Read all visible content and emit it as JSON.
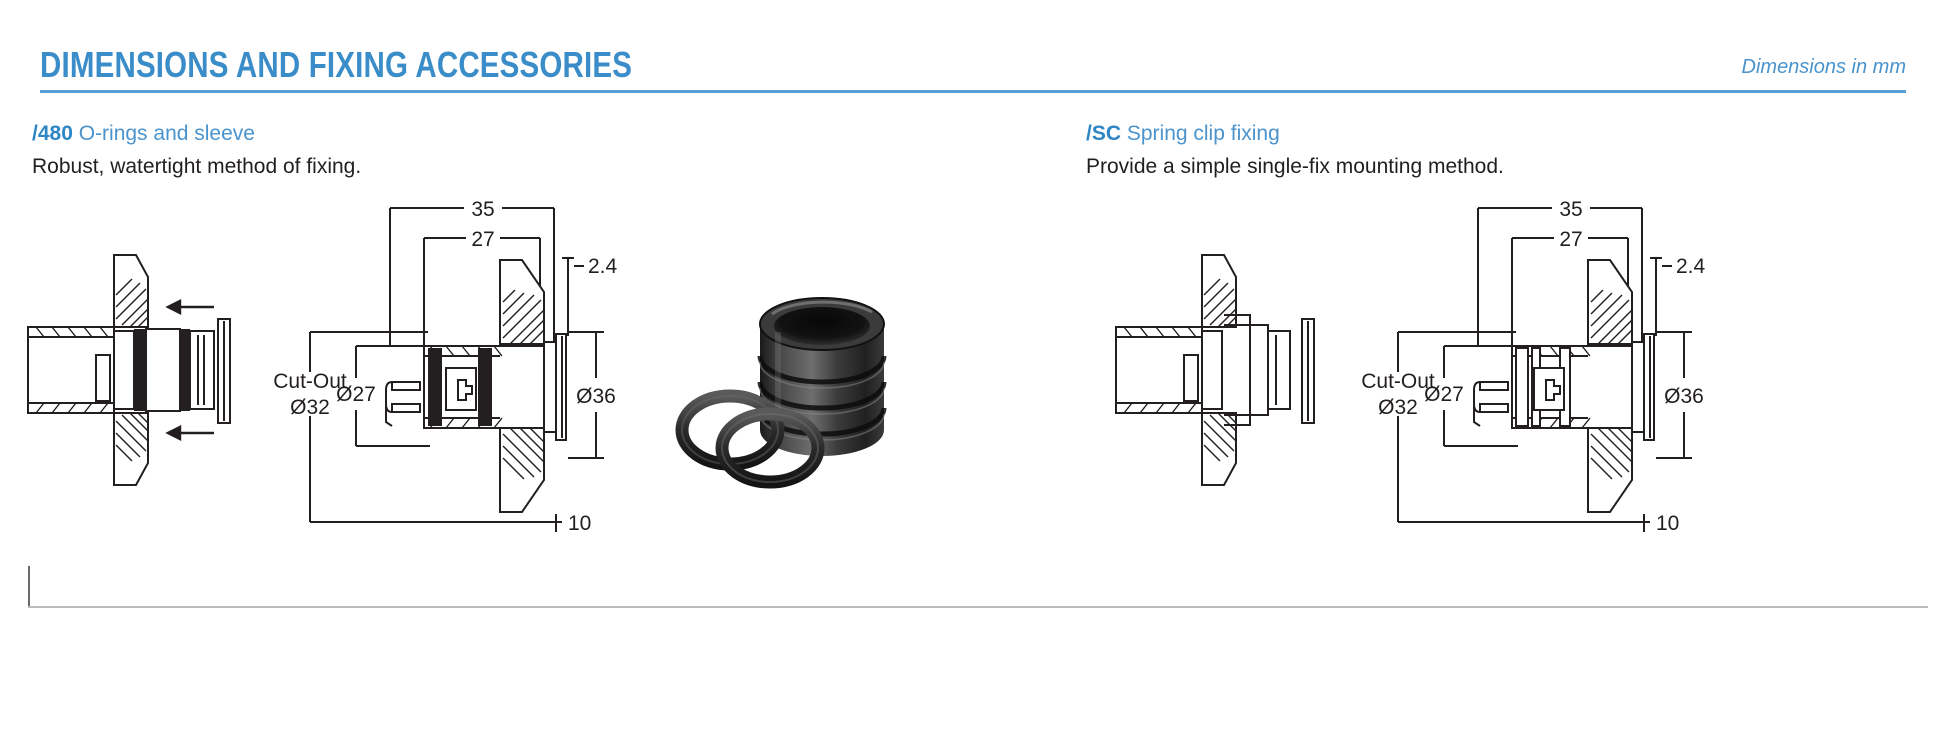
{
  "header": {
    "title": "DIMENSIONS AND FIXING ACCESSORIES",
    "note": "Dimensions in mm",
    "accent_color": "#3a8dc8",
    "rule_color": "#5a9fd4"
  },
  "sections": [
    {
      "code": "/480",
      "name": " O-rings and sleeve",
      "description": "Robust, watertight method of fixing."
    },
    {
      "code": "/SC",
      "name": " Spring clip fixing",
      "description": "Provide a simple single-fix mounting method."
    }
  ],
  "drawings": {
    "left": {
      "labels": {
        "d35": "35",
        "d27": "27",
        "d24": "2.4",
        "cutout_line1": "Cut-Out",
        "cutout_line2": "Ø32",
        "dia27": "Ø27",
        "dia36": "Ø36",
        "d10": "10"
      }
    },
    "right": {
      "labels": {
        "d35": "35",
        "d27": "27",
        "d24": "2.4",
        "cutout_line1": "Cut-Out",
        "cutout_line2": "Ø32",
        "dia27": "Ø27",
        "dia36": "Ø36",
        "d10": "10"
      }
    }
  },
  "photo": {
    "alt": "Black ribbed sleeve with two rubber O-rings"
  },
  "colors": {
    "line": "#231f20",
    "body_text": "#231f20",
    "blue_bold": "#2f86c5",
    "blue_regular": "#4a93cc"
  }
}
